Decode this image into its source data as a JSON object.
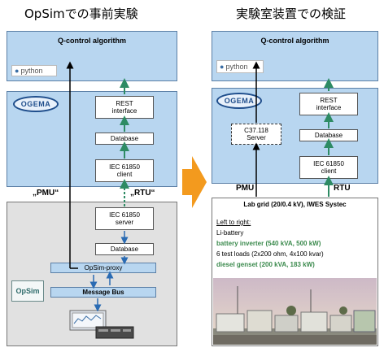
{
  "left": {
    "title": "OpSimでの事前実験",
    "algorithm": "Q-control  algorithm",
    "python": "python",
    "ogema": "OGEMA",
    "rest": "REST\ninterface",
    "database": "Database",
    "iec_client": "IEC 61850\nclient",
    "pmu": "„PMU“",
    "rtu": "„RTU“",
    "iec_server": "IEC 61850\nserver",
    "database2": "Database",
    "opsim_proxy": "OpSim-proxy",
    "opsim": "OpSim",
    "message_bus": "Message Bus"
  },
  "right": {
    "title": "実験室装置での検証",
    "algorithm": "Q-control  algorithm",
    "python": "python",
    "ogema": "OGEMA",
    "rest": "REST\ninterface",
    "c37": "C37.118\nServer",
    "database": "Database",
    "iec_client": "IEC 61850\nclient",
    "pmu": "PMU",
    "rtu": "RTU",
    "lab_header": "Lab grid (20/0.4 kV), IWES Systec",
    "lab_lines": [
      "Left to right:",
      "Li-battery",
      "battery inverter (540 kVA, 500 kW)",
      "6 test loads (2x200 ohm, 4x100 kvar)",
      "diesel genset (200 kVA, 183 kW)"
    ]
  },
  "colors": {
    "arrow_orange": "#f39a1e",
    "arrow_green": "#2e8b64",
    "arrow_blue": "#2a6bb3",
    "text_green": "#3b8a4d"
  }
}
